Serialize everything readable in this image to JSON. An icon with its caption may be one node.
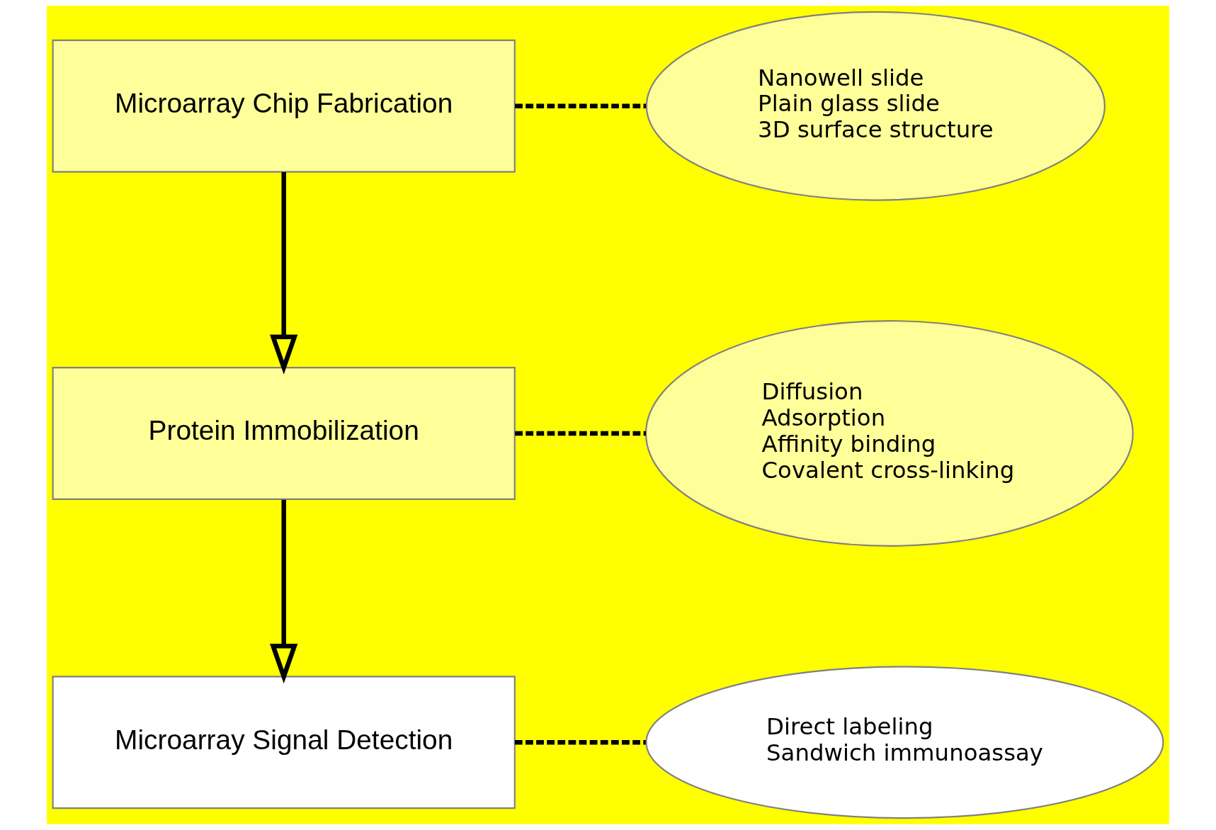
{
  "diagram": {
    "nodes": [
      {
        "text": [
          "Microarray Chip Fabrication"
        ]
      },
      {
        "text": [
          "Nanowell slide",
          "Plain glass slide",
          "3D surface structure"
        ]
      },
      {
        "text": [
          "Protein Immobilization"
        ]
      },
      {
        "text": [
          "Diffusion",
          "Adsorption",
          "Affinity binding",
          "Covalent cross-linking"
        ]
      },
      {
        "text": [
          "Microarray Signal Detection"
        ]
      },
      {
        "text": [
          "Direct labeling",
          "Sandwich immunoassay"
        ]
      }
    ],
    "edges": [
      {
        "from": 0,
        "to": 1,
        "arrow": "none",
        "style": "dashed"
      },
      {
        "from": 0,
        "to": 2,
        "arrow": "to"
      },
      {
        "from": 2,
        "to": 3,
        "arrow": "none",
        "style": "dashed"
      },
      {
        "from": 2,
        "to": 4,
        "arrow": "to"
      },
      {
        "from": 4,
        "to": 5,
        "arrow": "none",
        "style": "dashed"
      }
    ]
  }
}
